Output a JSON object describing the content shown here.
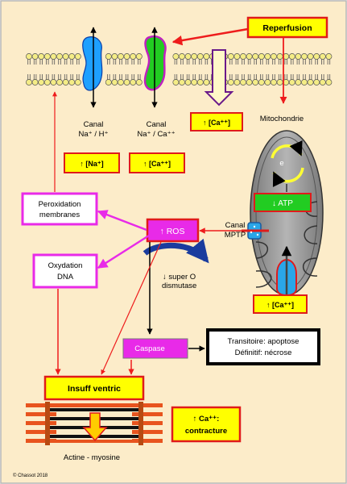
{
  "colors": {
    "background": "#fcecc9",
    "border": "#b7b7b7",
    "membrane_head": "#f4ec86",
    "red_arrow": "#ee1c1c",
    "pink": "#e82ae8",
    "yellow_box": "#ffff00",
    "box_red": "#e01b1b",
    "green": "#22cc22",
    "blue": "#1e90ff",
    "mito_grey": "#8c8c8c",
    "actin_orange": "#e8541e"
  },
  "labels": {
    "reperfusion": "Reperfusion",
    "canal1_line1": "Canal",
    "canal1_line2": "Na⁺ / H⁺",
    "canal2_line1": "Canal",
    "canal2_line2": "Na⁺ / Ca⁺⁺",
    "ca_membrane": "↑ [Ca⁺⁺]",
    "mitochondrie": "Mitochondrie",
    "na_box": "↑ [Na⁺]",
    "ca_box": "↑ [Ca⁺⁺]",
    "mito_e": "e",
    "atp": "↓ ATP",
    "canal_mptp_line1": "Canal",
    "canal_mptp_line2": "MPTP",
    "ca_mito": "↑ [Ca⁺⁺]",
    "perox_line1": "Peroxidation",
    "perox_line2": "membranes",
    "oxyd_line1": "Oxydation",
    "oxyd_line2": "DNA",
    "ros": "↑ ROS",
    "sod_line1": "↓ super O",
    "sod_line2": "dismutase",
    "caspase": "Caspase",
    "outcome_line1": "Transitoire: apoptose",
    "outcome_line2": "Définitif: nécrose",
    "insuff": "Insuff ventric",
    "contracture_line1": "↑ Ca⁺⁺:",
    "contracture_line2": "contracture",
    "actine": "Actine - myosine",
    "copyright": "© Chassot  2018"
  }
}
